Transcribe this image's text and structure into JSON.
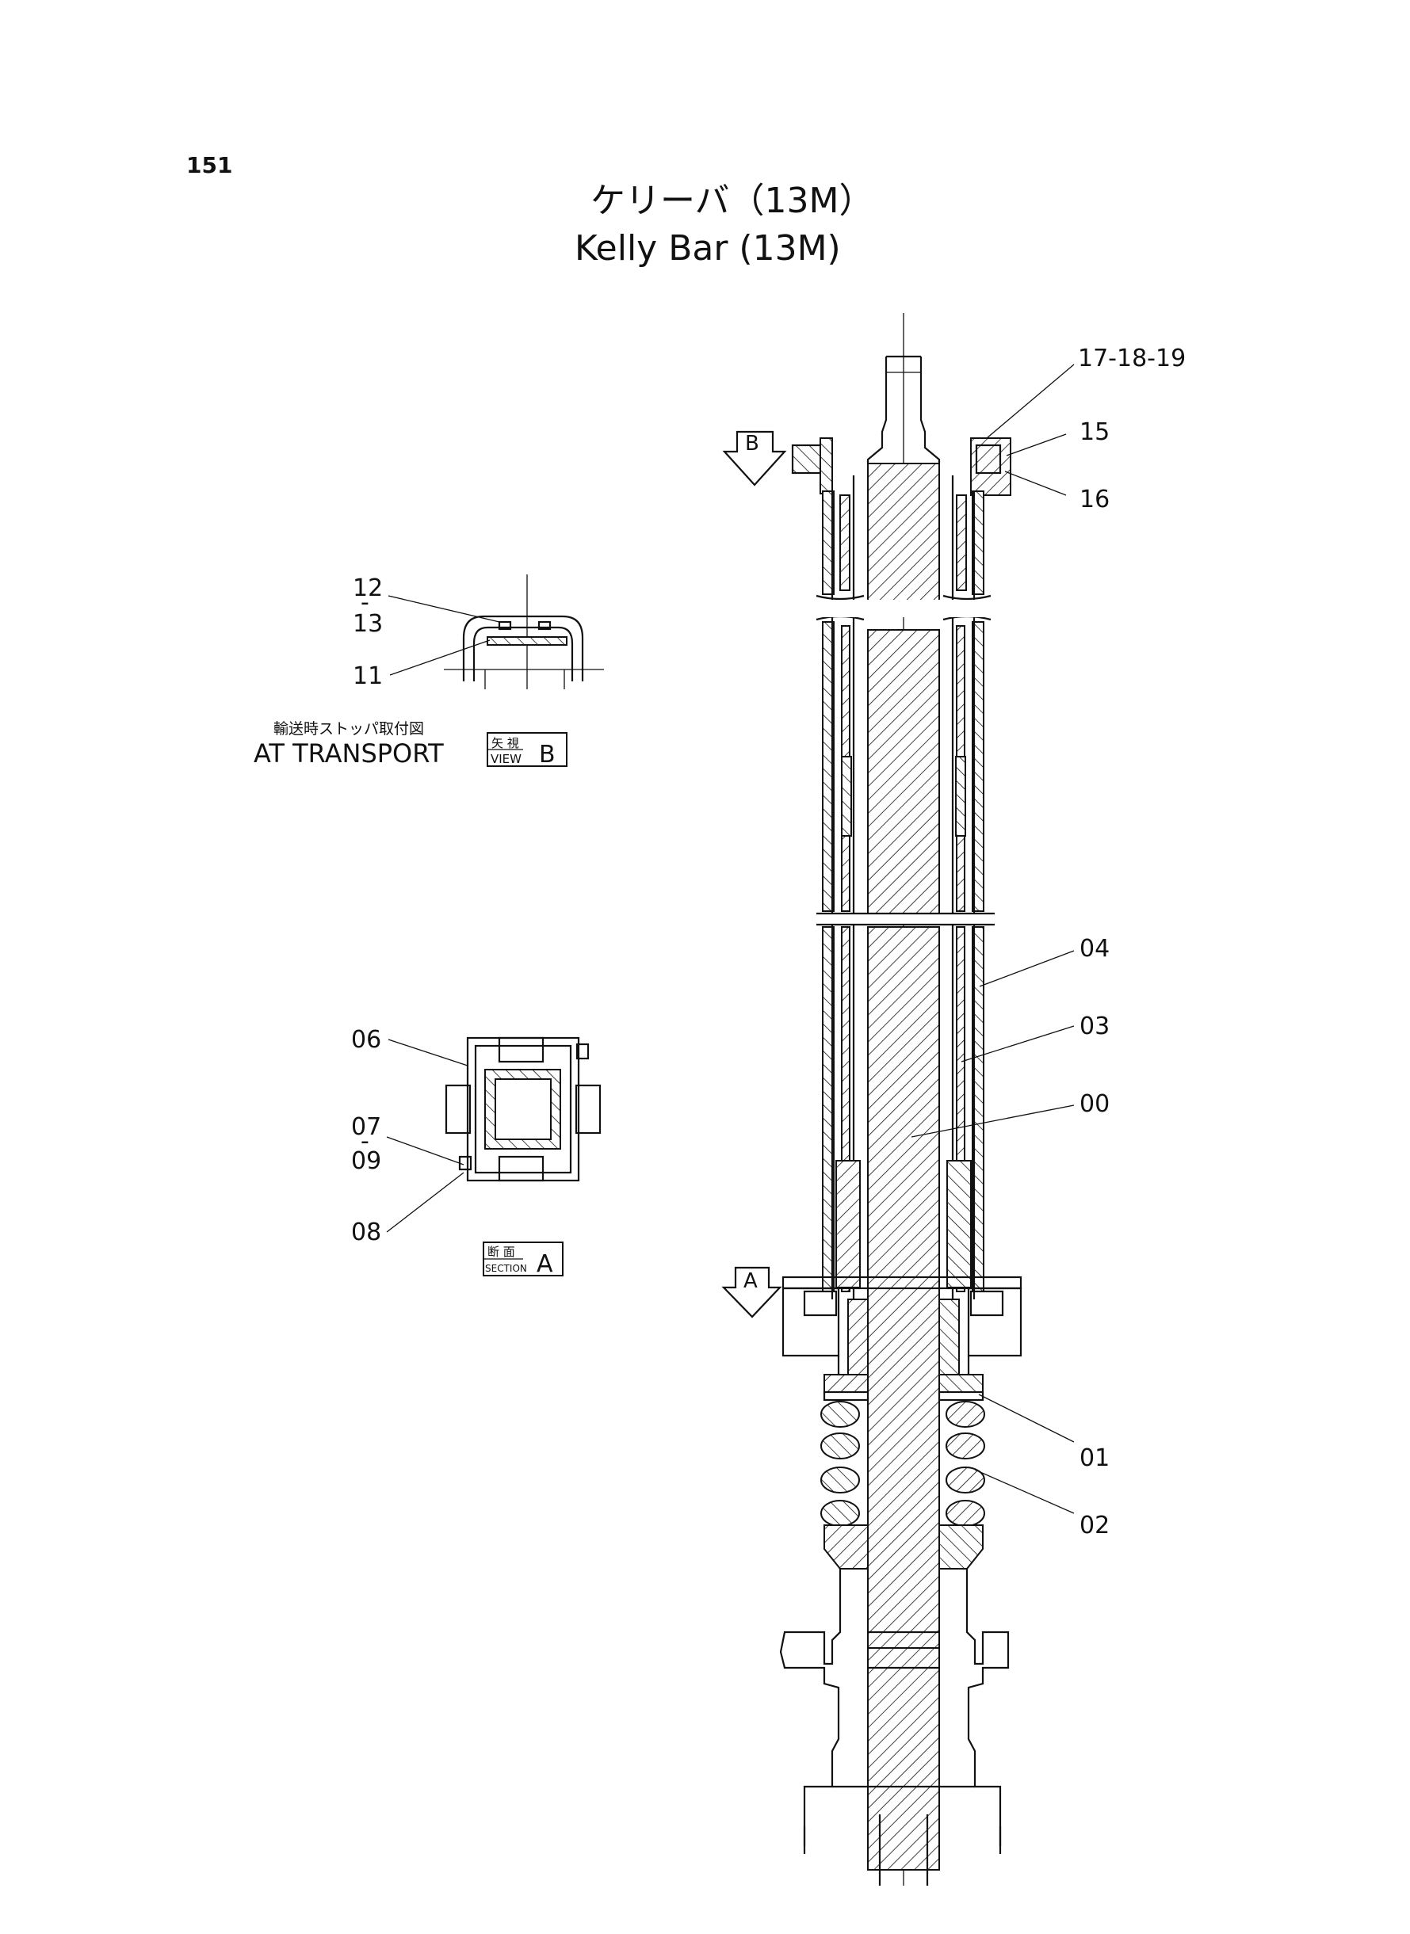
{
  "page_number": "151",
  "title_jp": "ケリーバ（13M）",
  "title_en": "Kelly Bar (13M)",
  "transport_note_jp": "輸送時ストッパ取付図",
  "transport_note_en": "AT TRANSPORT",
  "view_b": {
    "tag_top": "矢 視",
    "tag_bottom": "VIEW",
    "letter": "B"
  },
  "section_a": {
    "tag_top": "断 面",
    "tag_bottom": "SECTION",
    "letter": "A"
  },
  "arrows": {
    "b": "B",
    "a": "A"
  },
  "labels": {
    "p17_18_19": "17-18-19",
    "p15": "15",
    "p16": "16",
    "p12": "12",
    "p12_dash": "-",
    "p13": "13",
    "p11": "11",
    "p06": "06",
    "p07": "07",
    "p07_dash": "-",
    "p09": "09",
    "p08": "08",
    "p04": "04",
    "p03": "03",
    "p00": "00",
    "p01": "01",
    "p02": "02"
  }
}
